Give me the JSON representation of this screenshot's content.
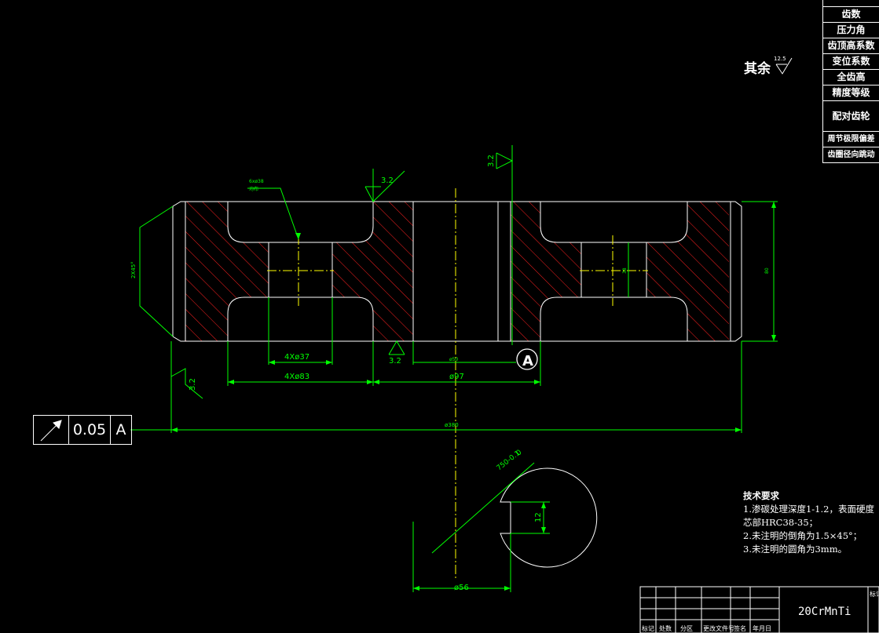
{
  "parameter_table": {
    "rows": [
      "齿数",
      "压力角",
      "齿顶高系数",
      "变位系数",
      "全齿高",
      "精度等级",
      "配对齿轮",
      "周节极限偏差",
      "齿圈径向跳动"
    ]
  },
  "roughness": {
    "note_label": "其余",
    "note_value": "12.5",
    "symbol_values": [
      "3.2",
      "3.2",
      "3.2",
      "3.2"
    ]
  },
  "geometric_tolerance": {
    "value": "0.05",
    "datum": "A"
  },
  "datum_label": "A",
  "dimensions": {
    "holes_small": "4Xø37",
    "holes_large": "4Xø83",
    "hub_diameter": "ø97",
    "bore_small": "ø50",
    "chamfer": "2X45°",
    "overall": "ø380",
    "section_diameter": "ø56",
    "keyway_width": "12",
    "section_depth_0": "0",
    "section_depth_1": "750-0.1",
    "vertical_right": "80",
    "vertical_inner": "38",
    "note_hole": "6xø38",
    "note_hole_2": "均布"
  },
  "technical_requirements": {
    "title": "技术要求",
    "items": [
      "1.渗碳处理深度1-1.2，表面硬度",
      "芯部HRC38-35；",
      "2.未注明的倒角为1.5×45°；",
      "3.未注明的圆角为3mm。"
    ]
  },
  "title_block": {
    "material": "20CrMnTi",
    "header_labels": [
      "标记",
      "处数",
      "分区",
      "更改文件号",
      "签名",
      "年月日"
    ],
    "side_label": "标记"
  },
  "colors": {
    "outline": "#ffffff",
    "dimension": "#00ff00",
    "hatch": "#ff2020",
    "centerline": "#ffff00",
    "background": "#000000"
  }
}
